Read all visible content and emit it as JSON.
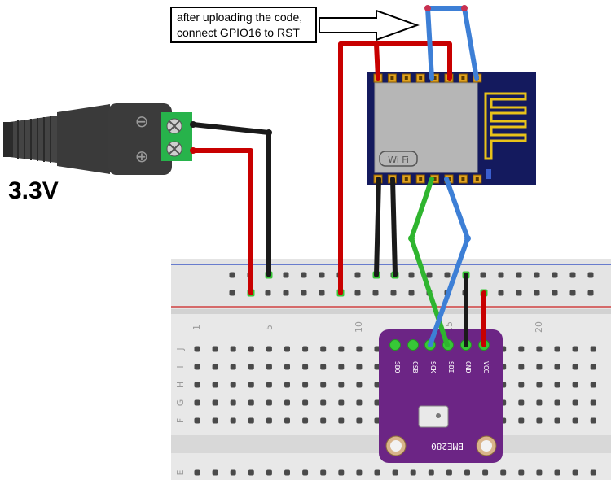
{
  "annotation": {
    "line1": "after uploading the code,",
    "line2": "connect GPIO16 to RST"
  },
  "power": {
    "voltage": "3.3V",
    "minus_symbol": "⊖",
    "plus_symbol": "⊕"
  },
  "esp_module": {
    "wifi_label": "Wi Fi"
  },
  "breadboard": {
    "column_numbers": [
      "1",
      "5",
      "10",
      "15",
      "20"
    ],
    "row_letters": [
      "J",
      "I",
      "H",
      "G",
      "F",
      "E"
    ]
  },
  "sensor": {
    "name": "BME280",
    "pins": [
      "SDO",
      "CSB",
      "SCK",
      "SDI",
      "GND",
      "VCC"
    ]
  },
  "colors": {
    "wire_red": "#c80000",
    "wire_black": "#1a1a1a",
    "wire_blue": "#3d7fd6",
    "wire_green": "#2fb52f",
    "board_purple": "#6c2585",
    "esp_navy": "#141a5e",
    "breadboard": "#e6e6e6",
    "rail_blue": "#1f3fbf",
    "rail_red": "#cc2222"
  },
  "icons": {
    "wifi_antenna": "antenna-trace-icon",
    "jack": "dc-barrel-jack-icon"
  }
}
